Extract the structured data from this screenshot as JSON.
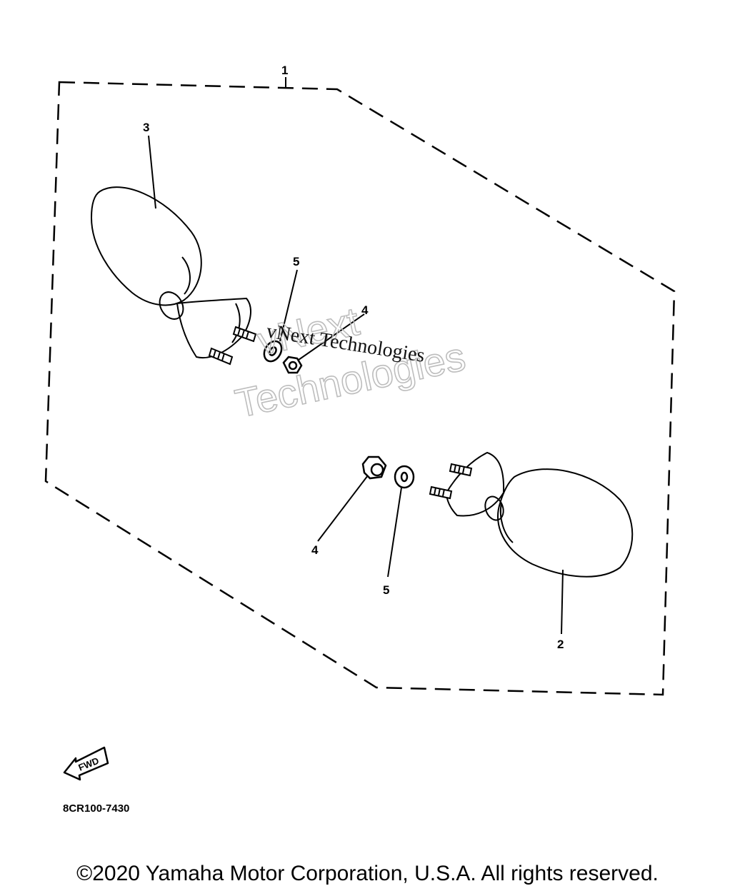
{
  "callouts": {
    "assembly": "1",
    "mirror_right": "2",
    "mirror_left": "3",
    "nut_upper": "4",
    "nut_lower": "4",
    "washer_upper": "5",
    "washer_lower": "5"
  },
  "fwd_label": "FWD",
  "part_code": "8CR100-7430",
  "watermark": {
    "outline_line1": "vNext",
    "outline_line2": "Technologies",
    "overlay": "vNext Technologies"
  },
  "copyright": "©2020 Yamaha Motor Corporation, U.S.A. All rights reserved."
}
